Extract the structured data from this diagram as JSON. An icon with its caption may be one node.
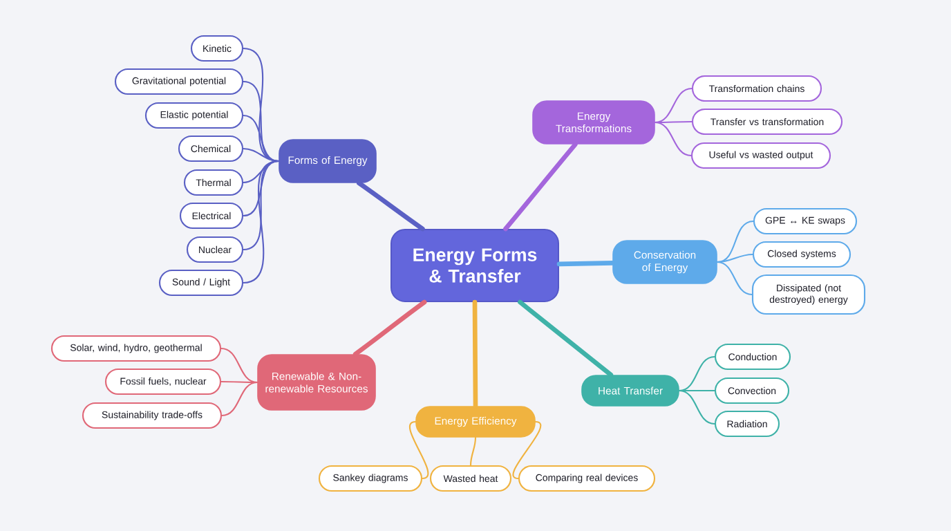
{
  "diagram": {
    "nodes": [
      {
        "text": [
          "Energy Forms & Transfer"
        ]
      },
      {
        "text": [
          "Forms of Energy"
        ]
      },
      {
        "text": [
          "Kinetic"
        ]
      },
      {
        "text": [
          "Gravitational potential"
        ]
      },
      {
        "text": [
          "Elastic potential"
        ]
      },
      {
        "text": [
          "Chemical"
        ]
      },
      {
        "text": [
          "Thermal"
        ]
      },
      {
        "text": [
          "Electrical"
        ]
      },
      {
        "text": [
          "Nuclear"
        ]
      },
      {
        "text": [
          "Sound / Light"
        ]
      },
      {
        "text": [
          "Energy Transformations"
        ]
      },
      {
        "text": [
          "Transformation chains"
        ]
      },
      {
        "text": [
          "Transfer vs transformation"
        ]
      },
      {
        "text": [
          "Useful vs wasted output"
        ]
      },
      {
        "text": [
          "Conservation of Energy"
        ]
      },
      {
        "text": [
          "GPE ↔ KE swaps"
        ]
      },
      {
        "text": [
          "Closed systems"
        ]
      },
      {
        "text": [
          "Dissipated (not destroyed) energy"
        ]
      },
      {
        "text": [
          "Heat Transfer"
        ]
      },
      {
        "text": [
          "Conduction"
        ]
      },
      {
        "text": [
          "Convection"
        ]
      },
      {
        "text": [
          "Radiation"
        ]
      },
      {
        "text": [
          "Energy Efficiency"
        ]
      },
      {
        "text": [
          "Sankey diagrams"
        ]
      },
      {
        "text": [
          "Wasted heat"
        ]
      },
      {
        "text": [
          "Comparing real devices"
        ]
      },
      {
        "text": [
          "Renewable & Non-renewable Resources"
        ]
      },
      {
        "text": [
          "Solar, wind, hydro, geothermal"
        ]
      },
      {
        "text": [
          "Fossil fuels, nuclear"
        ]
      },
      {
        "text": [
          "Sustainability trade-offs"
        ]
      }
    ],
    "edges": [
      {
        "from": 0,
        "to": 1,
        "arrow": "none",
        "style": "thick",
        "color": "#5a60c4"
      },
      {
        "from": 0,
        "to": 10,
        "arrow": "none",
        "style": "thick",
        "color": "#a466dc"
      },
      {
        "from": 0,
        "to": 14,
        "arrow": "none",
        "style": "thick",
        "color": "#5eaaea"
      },
      {
        "from": 0,
        "to": 18,
        "arrow": "none",
        "style": "thick",
        "color": "#3fb2a8"
      },
      {
        "from": 0,
        "to": 22,
        "arrow": "none",
        "style": "thick",
        "color": "#f0b340"
      },
      {
        "from": 0,
        "to": 26,
        "arrow": "none",
        "style": "thick",
        "color": "#e06878"
      },
      {
        "from": 1,
        "to": 2,
        "arrow": "none",
        "color": "#5a60c4"
      },
      {
        "from": 1,
        "to": 3,
        "arrow": "none",
        "color": "#5a60c4"
      },
      {
        "from": 1,
        "to": 4,
        "arrow": "none",
        "color": "#5a60c4"
      },
      {
        "from": 1,
        "to": 5,
        "arrow": "none",
        "color": "#5a60c4"
      },
      {
        "from": 1,
        "to": 6,
        "arrow": "none",
        "color": "#5a60c4"
      },
      {
        "from": 1,
        "to": 7,
        "arrow": "none",
        "color": "#5a60c4"
      },
      {
        "from": 1,
        "to": 8,
        "arrow": "none",
        "color": "#5a60c4"
      },
      {
        "from": 1,
        "to": 9,
        "arrow": "none",
        "color": "#5a60c4"
      },
      {
        "from": 10,
        "to": 11,
        "arrow": "none",
        "color": "#a466dc"
      },
      {
        "from": 10,
        "to": 12,
        "arrow": "none",
        "color": "#a466dc"
      },
      {
        "from": 10,
        "to": 13,
        "arrow": "none",
        "color": "#a466dc"
      },
      {
        "from": 14,
        "to": 15,
        "arrow": "none",
        "color": "#5eaaea"
      },
      {
        "from": 14,
        "to": 16,
        "arrow": "none",
        "color": "#5eaaea"
      },
      {
        "from": 14,
        "to": 17,
        "arrow": "none",
        "color": "#5eaaea"
      },
      {
        "from": 18,
        "to": 19,
        "arrow": "none",
        "color": "#3fb2a8"
      },
      {
        "from": 18,
        "to": 20,
        "arrow": "none",
        "color": "#3fb2a8"
      },
      {
        "from": 18,
        "to": 21,
        "arrow": "none",
        "color": "#3fb2a8"
      },
      {
        "from": 22,
        "to": 23,
        "arrow": "none",
        "color": "#f0b340"
      },
      {
        "from": 22,
        "to": 24,
        "arrow": "none",
        "color": "#f0b340"
      },
      {
        "from": 22,
        "to": 25,
        "arrow": "none",
        "color": "#f0b340"
      },
      {
        "from": 26,
        "to": 27,
        "arrow": "none",
        "color": "#e06878"
      },
      {
        "from": 26,
        "to": 28,
        "arrow": "none",
        "color": "#e06878"
      },
      {
        "from": 26,
        "to": 29,
        "arrow": "none",
        "color": "#e06878"
      }
    ]
  }
}
